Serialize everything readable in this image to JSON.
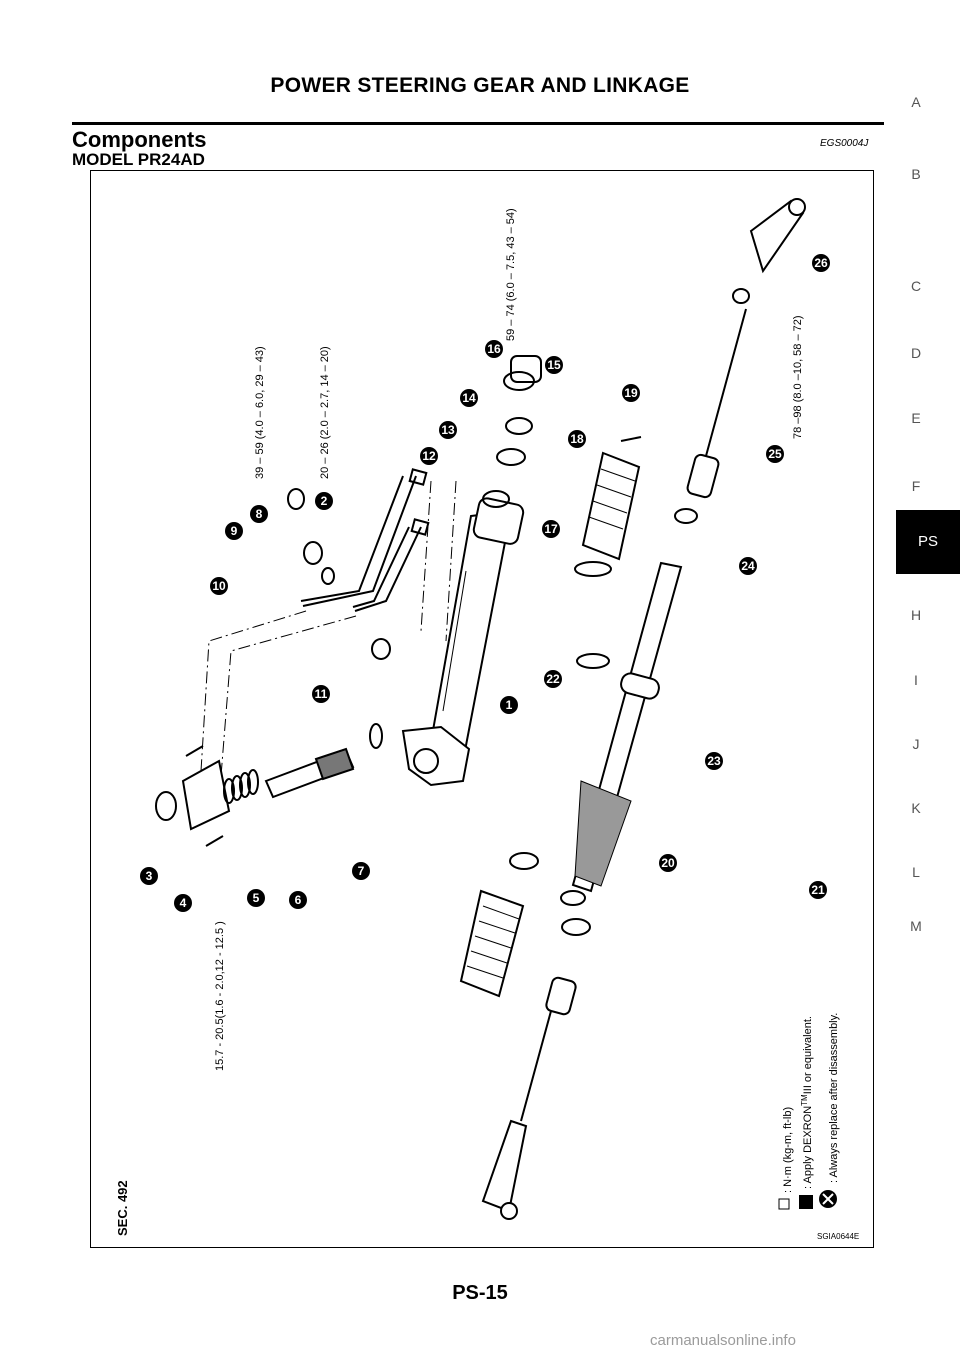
{
  "header": {
    "title": "POWER STEERING GEAR AND LINKAGE"
  },
  "section": {
    "title": "Components",
    "code": "EGS0004J",
    "model": "MODEL PR24AD"
  },
  "side_nav": {
    "items": [
      "A",
      "B",
      "C",
      "D",
      "E",
      "F",
      "PS",
      "H",
      "I",
      "J",
      "K",
      "L",
      "M"
    ],
    "active": "PS"
  },
  "figure": {
    "section_number": "SEC. 492",
    "figure_code": "SGIA0644E",
    "torque_specs": [
      {
        "part": "3",
        "value": "15.7 - 20.5(1.6 - 2.0,12 - 12.5 )"
      },
      {
        "part": "8",
        "value": "39 – 59 (4.0 – 6.0, 29 – 43)"
      },
      {
        "part": "2",
        "value": "20 – 26 (2.0 – 2.7, 14 – 20)"
      },
      {
        "part": "16",
        "value": "59 – 74 (6.0 – 7.5, 43 – 54)"
      },
      {
        "part": "25",
        "value": "78 –98 (8.0 –10, 58 – 72)"
      }
    ],
    "part_numbers": [
      "1",
      "2",
      "3",
      "4",
      "5",
      "6",
      "7",
      "8",
      "9",
      "10",
      "11",
      "12",
      "13",
      "14",
      "15",
      "16",
      "17",
      "18",
      "19",
      "20",
      "21",
      "22",
      "23",
      "24",
      "25",
      "26"
    ],
    "legend": [
      {
        "symbol": "torque-wrench-icon",
        "text": ": N·m (kg-m, ft-lb)"
      },
      {
        "symbol": "fluid-can-icon",
        "text": ": Apply DEXRON",
        "superscript": "TM",
        "suffix": "III or equivalent."
      },
      {
        "symbol": "replace-x-icon",
        "text": ": Always replace after disassembly."
      }
    ]
  },
  "footer": {
    "page_number": "PS-15",
    "watermark": "carmanualsonline.info"
  }
}
